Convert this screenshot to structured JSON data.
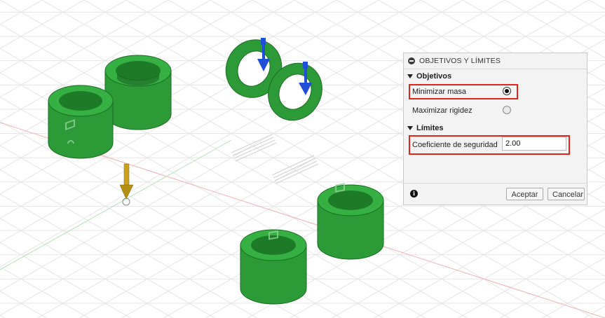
{
  "panel": {
    "title": "OBJETIVOS Y LÍMITES",
    "objectives": {
      "heading": "Objetivos",
      "option_min_mass": "Minimizar masa",
      "option_max_stiffness": "Maximizar rigidez",
      "selected": "Minimizar masa"
    },
    "limits": {
      "heading": "Límites",
      "safety_factor_label": "Coeficiente de seguridad",
      "safety_factor_value": "2.00"
    },
    "footer": {
      "accept": "Aceptar",
      "cancel": "Cancelar"
    }
  },
  "colors": {
    "part_green": "#2ea33a",
    "highlight_red": "#e0261a",
    "load_blue": "#1e4fd6",
    "gravity_gold": "#c9a21a",
    "grid_line": "#e4e4e4",
    "axis_red": "#f0a0a0",
    "axis_green": "#a8dca8"
  },
  "icons": [
    "collapse-icon",
    "info-icon",
    "lock-icon",
    "load-arrow-icon",
    "gravity-arrow-icon"
  ]
}
